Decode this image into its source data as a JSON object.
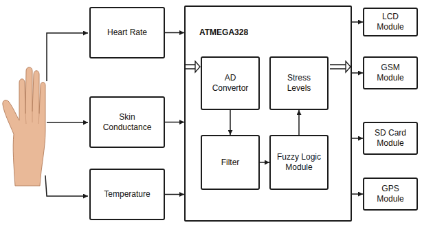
{
  "diagram": {
    "nodes": [
      {
        "text": [
          "Heart Rate"
        ]
      },
      {
        "text": [
          "Skin Conductance"
        ]
      },
      {
        "text": [
          "Temperature"
        ]
      },
      {
        "text": [
          "ATMEGA328"
        ]
      },
      {
        "text": [
          "AD Convertor"
        ],
        "in": 3
      },
      {
        "text": [
          "Stress Levels"
        ],
        "in": 3
      },
      {
        "text": [
          "Filter"
        ],
        "in": 3
      },
      {
        "text": [
          "Fuzzy Logic Module"
        ],
        "in": 3
      },
      {
        "text": [
          "LCD Module"
        ]
      },
      {
        "text": [
          "GSM Module"
        ]
      },
      {
        "text": [
          "SD Card Module"
        ]
      },
      {
        "text": [
          "GPS Module"
        ]
      }
    ],
    "edges": [
      {
        "from": 0,
        "to": 3,
        "arrow": "to"
      },
      {
        "from": 1,
        "to": 3,
        "arrow": "to"
      },
      {
        "from": 2,
        "to": 3,
        "arrow": "to"
      },
      {
        "from": 4,
        "to": 6,
        "arrow": "to"
      },
      {
        "from": 6,
        "to": 7,
        "arrow": "to"
      },
      {
        "from": 7,
        "to": 5,
        "arrow": "to"
      },
      {
        "from": 3,
        "to": 8,
        "arrow": "to"
      },
      {
        "from": 3,
        "to": 9,
        "arrow": "to"
      },
      {
        "from": 3,
        "to": 10,
        "arrow": "to"
      },
      {
        "from": 3,
        "to": 11,
        "arrow": "to"
      }
    ]
  }
}
